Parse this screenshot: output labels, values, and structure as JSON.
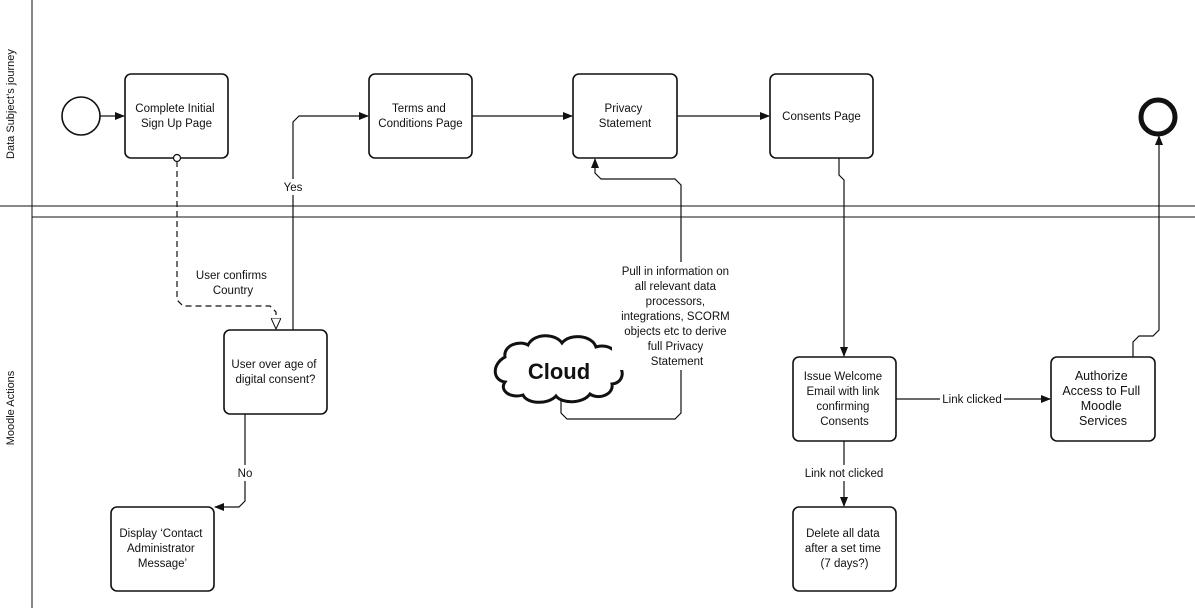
{
  "lanes": {
    "top": "Data Subject’s journey",
    "bottom": "Moodle Actions"
  },
  "tasks": {
    "signup": [
      "Complete Initial",
      "Sign Up Page"
    ],
    "terms": [
      "Terms and",
      "Conditions Page"
    ],
    "privacy": [
      "Privacy",
      "Statement"
    ],
    "consents": [
      "Consents Page"
    ],
    "age_check": [
      "User over age of",
      "digital consent?"
    ],
    "contact_admin": [
      "Display ‘Contact",
      "Administrator",
      "Message’"
    ],
    "welcome_email": [
      "Issue Welcome",
      "Email with link",
      "confirming",
      "Consents"
    ],
    "delete_data": [
      "Delete all data",
      "after a set time",
      "(7 days?)"
    ],
    "authorize": [
      "Authorize",
      "Access to Full",
      "Moodle",
      "Services"
    ]
  },
  "labels": {
    "yes": "Yes",
    "no": "No",
    "user_confirms": [
      "User confirms",
      "Country"
    ],
    "link_clicked": "Link clicked",
    "link_not_clicked": "Link not clicked",
    "pull_info": [
      "Pull in information on",
      "all relevant data",
      "processors,",
      "integrations, SCORM",
      "objects etc to derive",
      "full Privacy",
      "Statement"
    ]
  },
  "cloud": "Cloud"
}
